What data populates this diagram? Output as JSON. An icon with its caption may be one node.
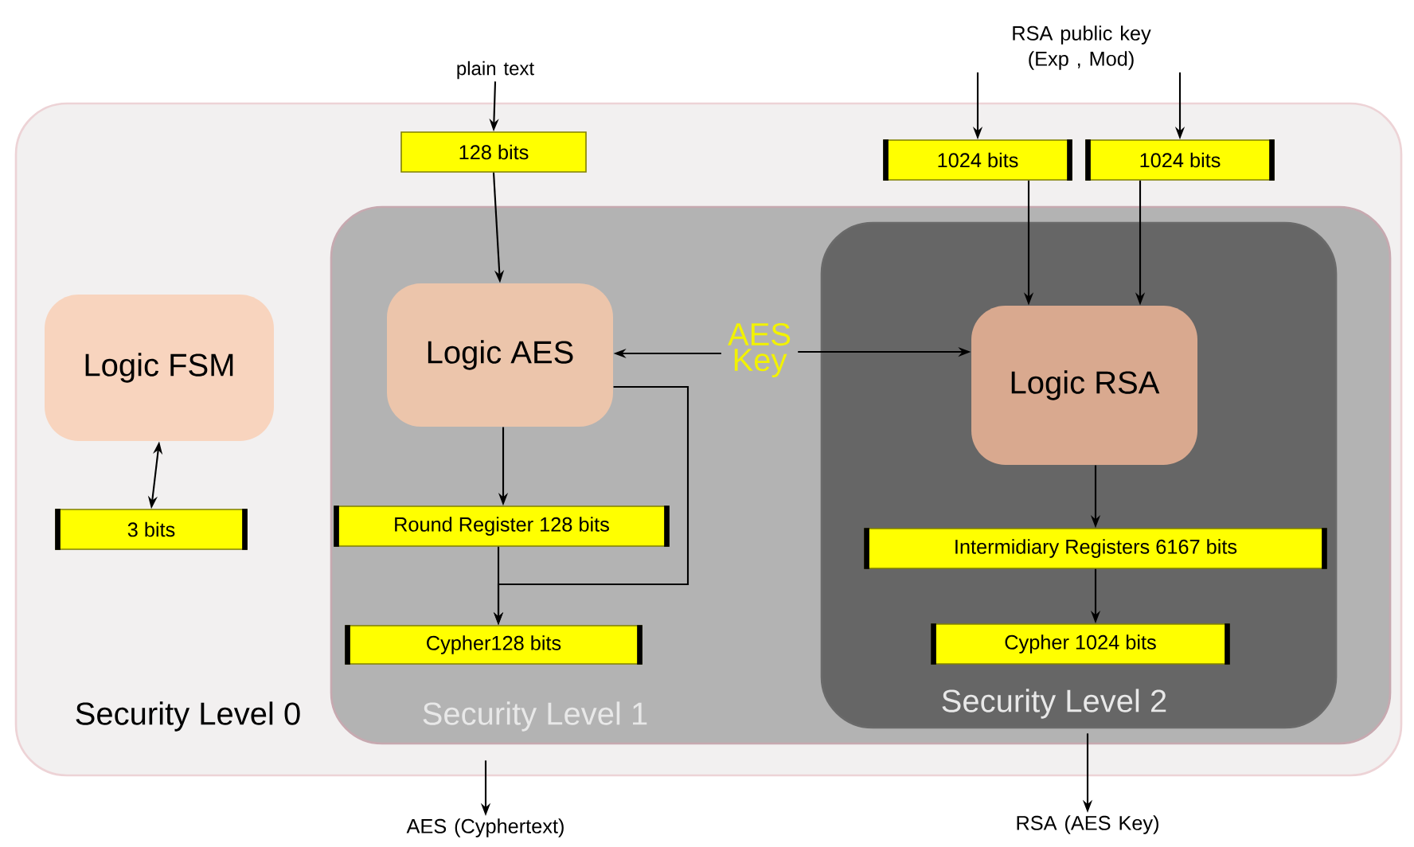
{
  "diagram": {
    "nodes": [
      {
        "text": [
          "Security Level 0"
        ]
      },
      {
        "text": [
          "Security Level 1"
        ],
        "in": 0
      },
      {
        "text": [
          "Security Level 2"
        ],
        "in": 1
      },
      {
        "text": [
          "Logic FSM"
        ],
        "in": 0
      },
      {
        "text": [
          "3 bits"
        ],
        "in": 0
      },
      {
        "text": [
          "Logic AES"
        ],
        "in": 1
      },
      {
        "text": [
          "Round Register 128 bits"
        ],
        "in": 1
      },
      {
        "text": [
          "Cypher128 bits"
        ],
        "in": 1
      },
      {
        "text": [
          "Logic RSA"
        ],
        "in": 2
      },
      {
        "text": [
          "Intermidiary Registers 6167 bits"
        ],
        "in": 2
      },
      {
        "text": [
          "Cypher 1024 bits"
        ],
        "in": 2
      },
      {
        "text": [
          "128 bits"
        ],
        "in": 0
      },
      {
        "text": [
          "1024 bits"
        ],
        "in": 0
      },
      {
        "text": [
          "1024 bits"
        ],
        "in": 0
      },
      {
        "text": [
          "AES Key"
        ],
        "in": 1
      },
      {
        "text": [
          "plain text"
        ]
      },
      {
        "text": [
          "RSA public key (Exp , Mod)"
        ]
      },
      {
        "text": [
          "AES (Cyphertext)"
        ]
      },
      {
        "text": [
          "RSA (AES Key)"
        ]
      }
    ],
    "edges": [
      {
        "from": 15,
        "to": 11,
        "arrow": "to"
      },
      {
        "from": 11,
        "to": 5,
        "arrow": "to"
      },
      {
        "from": 16,
        "to": 12,
        "arrow": "to"
      },
      {
        "from": 16,
        "to": 13,
        "arrow": "to"
      },
      {
        "from": 12,
        "to": 8,
        "arrow": "to"
      },
      {
        "from": 13,
        "to": 8,
        "arrow": "to"
      },
      {
        "from": 14,
        "to": 5,
        "arrow": "to"
      },
      {
        "from": 14,
        "to": 8,
        "arrow": "to"
      },
      {
        "from": 3,
        "to": 4,
        "arrow": "both"
      },
      {
        "from": 5,
        "to": 6,
        "arrow": "to"
      },
      {
        "from": 6,
        "to": 7,
        "arrow": "to"
      },
      {
        "from": 5,
        "to": 7,
        "arrow": "to"
      },
      {
        "from": 8,
        "to": 9,
        "arrow": "to"
      },
      {
        "from": 9,
        "to": 10,
        "arrow": "to"
      },
      {
        "from": 1,
        "to": 17,
        "arrow": "to"
      },
      {
        "from": 2,
        "to": 18,
        "arrow": "to"
      }
    ]
  }
}
